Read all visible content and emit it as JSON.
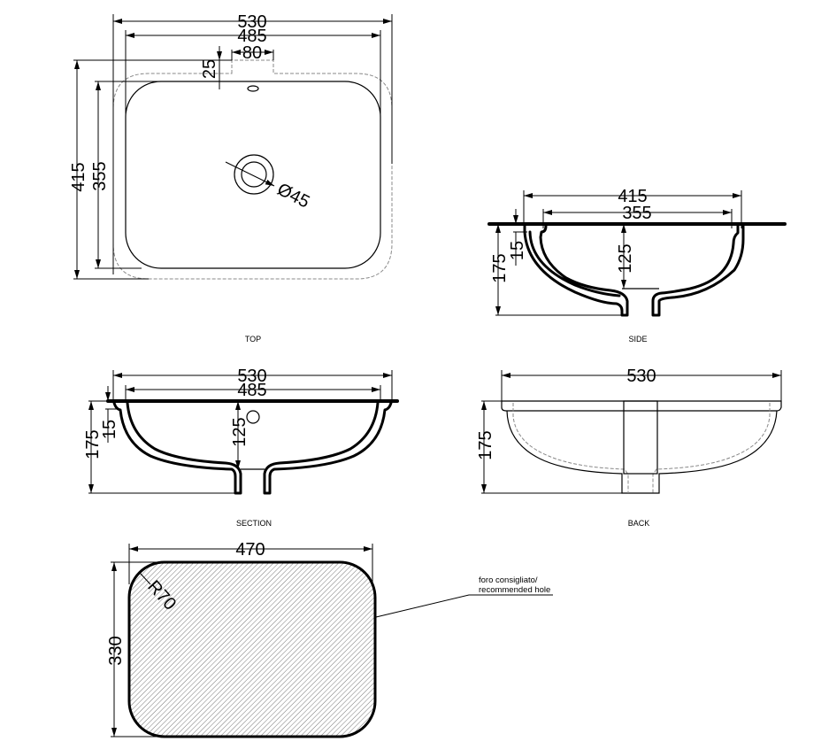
{
  "views": {
    "top": {
      "label": "TOP",
      "dims": {
        "overall_width": "530",
        "inner_width": "485",
        "tap_notch_width": "80",
        "tap_notch_depth": "25",
        "overall_depth": "415",
        "inner_depth": "355",
        "drain_diameter": "Ø45"
      }
    },
    "side": {
      "label": "SIDE",
      "dims": {
        "overall_width": "415",
        "inner_width": "355",
        "height": "175",
        "rim": "15",
        "bowl_depth": "125"
      }
    },
    "section": {
      "label": "SECTION",
      "dims": {
        "overall_width": "530",
        "inner_width": "485",
        "height": "175",
        "rim": "15",
        "bowl_depth": "125"
      }
    },
    "back": {
      "label": "BACK",
      "dims": {
        "overall_width": "530",
        "height": "175"
      }
    },
    "cutout": {
      "dims": {
        "width": "470",
        "height": "330",
        "radius": "R70"
      },
      "note_line1": "foro consigliato/",
      "note_line2": "recommended hole"
    }
  }
}
